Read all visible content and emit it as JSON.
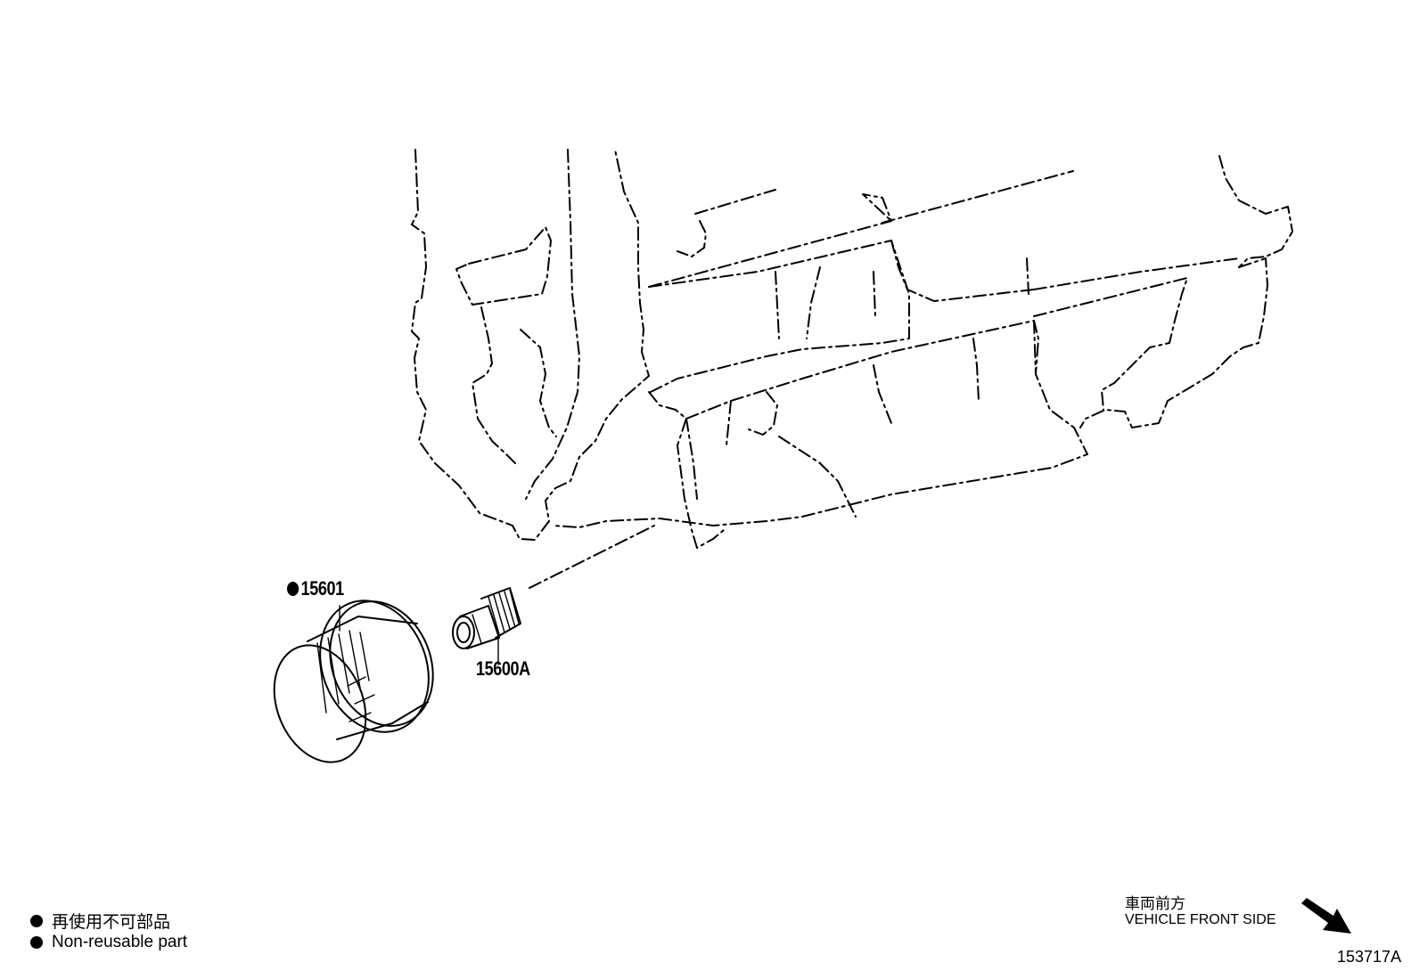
{
  "parts": {
    "oil_filter": {
      "number": "15601",
      "non_reusable": true
    },
    "union": {
      "number": "15600A"
    }
  },
  "legend": {
    "ja": "再使用不可部品",
    "en": "Non-reusable part"
  },
  "orientation": {
    "ja": "車両前方",
    "en": "VEHICLE FRONT SIDE"
  },
  "illustration_code": "153717A",
  "icons": {
    "front_direction": "arrow-down-right-icon",
    "non_reusable_marker": "filled-circle-icon"
  }
}
